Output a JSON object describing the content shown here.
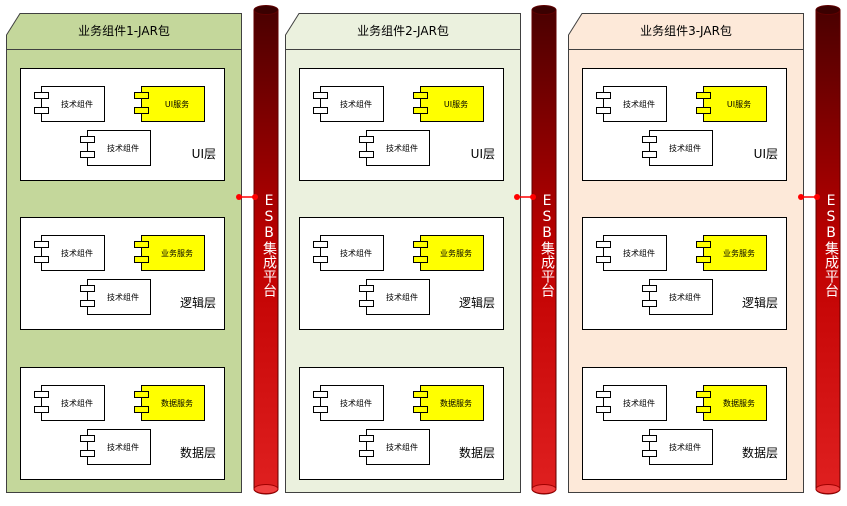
{
  "packages": [
    {
      "title": "业务组件1-JAR包",
      "layers": [
        {
          "name": "UI层",
          "components": [
            "技术组件",
            "UI服务",
            "技术组件"
          ]
        },
        {
          "name": "逻辑层",
          "components": [
            "技术组件",
            "业务服务",
            "技术组件"
          ]
        },
        {
          "name": "数据层",
          "components": [
            "技术组件",
            "数据服务",
            "技术组件"
          ]
        }
      ]
    },
    {
      "title": "业务组件2-JAR包",
      "layers": [
        {
          "name": "UI层",
          "components": [
            "技术组件",
            "UI服务",
            "技术组件"
          ]
        },
        {
          "name": "逻辑层",
          "components": [
            "技术组件",
            "业务服务",
            "技术组件"
          ]
        },
        {
          "name": "数据层",
          "components": [
            "技术组件",
            "数据服务",
            "技术组件"
          ]
        }
      ]
    },
    {
      "title": "业务组件3-JAR包",
      "layers": [
        {
          "name": "UI层",
          "components": [
            "技术组件",
            "UI服务",
            "技术组件"
          ]
        },
        {
          "name": "逻辑层",
          "components": [
            "技术组件",
            "业务服务",
            "技术组件"
          ]
        },
        {
          "name": "数据层",
          "components": [
            "技术组件",
            "数据服务",
            "技术组件"
          ]
        }
      ]
    }
  ],
  "esb_label": "ESB集成平台",
  "colors": {
    "package_fills": [
      "#c4d79b",
      "#ebf1de",
      "#fde9d9"
    ],
    "service_fill": "#ffff00",
    "esb_dark": "#4a0000",
    "esb_mid": "#c00000",
    "connector": "#ff0000"
  }
}
